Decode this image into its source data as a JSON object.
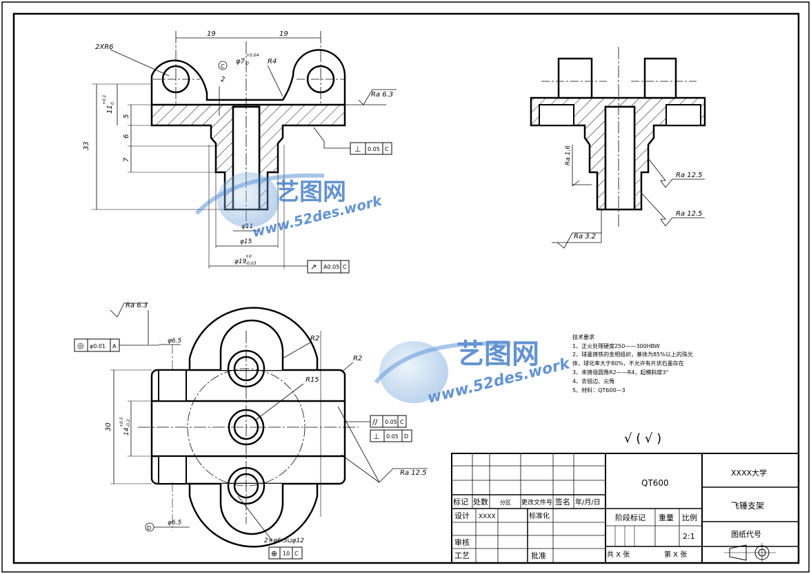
{
  "front_view": {
    "dim_19_left": "19",
    "dim_19_right": "19",
    "label_2xr6": "2XR6",
    "label_phi7": "φ7",
    "tol_phi7_upper": "+0.04",
    "tol_phi7_lower": "0",
    "label_r4": "R4",
    "label_2": "2",
    "label_c_datum": "C",
    "dim_11_tol": "11",
    "tol_11_upper": "+0.1",
    "tol_11_lower": "0",
    "dim_5": "5",
    "dim_6": "6",
    "dim_7": "7",
    "dim_33": "33",
    "ra_top": "Ra 6.3",
    "fcf_perp_value": "0.05",
    "fcf_perp_datum": "C",
    "dim_phi11": "φ11",
    "dim_phi15": "φ15",
    "dim_phi19": "φ19",
    "tol_phi19_upper": "+0",
    "tol_phi19_lower": "-0.03",
    "fcf_runout_value": "A0.05",
    "fcf_runout_datum": "C"
  },
  "side_view": {
    "ra_16": "Ra 1.6",
    "ra_125_a": "Ra 12.5",
    "ra_125_b": "Ra 12.5",
    "ra_32": "Ra 3.2"
  },
  "top_view": {
    "ra_63": "Ra 6.3",
    "fcf_conc_value": "φ0.01",
    "fcf_conc_datum": "A",
    "dim_phi65_top": "φ6.5",
    "dim_phi65_bot": "φ6.5",
    "label_r2_a": "R2",
    "label_r2_b": "R2",
    "label_r15": "R15",
    "dim_30": "30",
    "dim_14": "14",
    "tol_14_upper": "+0.5",
    "tol_14_lower": "-0.2",
    "fcf_par_value": "0.05",
    "fcf_par_datum": "C",
    "fcf_perp_value": "0.05",
    "fcf_perp_datum": "D",
    "ra_125": "Ra 12.5",
    "datum_d": "D",
    "holes_note": "2×φ6.5⊔φ12",
    "fcf_pos_value": "10",
    "fcf_pos_datum": "C"
  },
  "tech_req": {
    "title": "技术要求",
    "items": [
      "1、正火处理硬度250——300HBW",
      "2、球墨铸铁的金相组织，基体为85%以上的珠光",
      "体，球化率大于80%，不允许有片状石墨存在",
      "3、未铸造圆角R2——R4，起模斜度3°",
      "4、去锐边、尖角",
      "5、材料：QT600—3"
    ]
  },
  "roughness_symbol": "√ ( √ )",
  "title_block": {
    "material": "QT600",
    "university": "XXXX大学",
    "part_name": "飞锤支架",
    "drawing_code": "图纸代号",
    "col_mark": "标记",
    "col_count": "处数",
    "col_zone": "分区",
    "col_doc": "更改文件号",
    "col_sign": "签名",
    "col_date": "年/月/日",
    "design": "设计",
    "designer": "XXXX",
    "standard": "标准化",
    "stage_mark": "阶段标记",
    "weight": "重量",
    "scale": "比例",
    "scale_value": "2:1",
    "review": "审核",
    "process": "工艺",
    "approve": "批准",
    "total_sheets": "共 X 张",
    "sheet_no": "第 X 张"
  },
  "watermark": {
    "brand": "艺图网",
    "url": "www.52des.work"
  }
}
